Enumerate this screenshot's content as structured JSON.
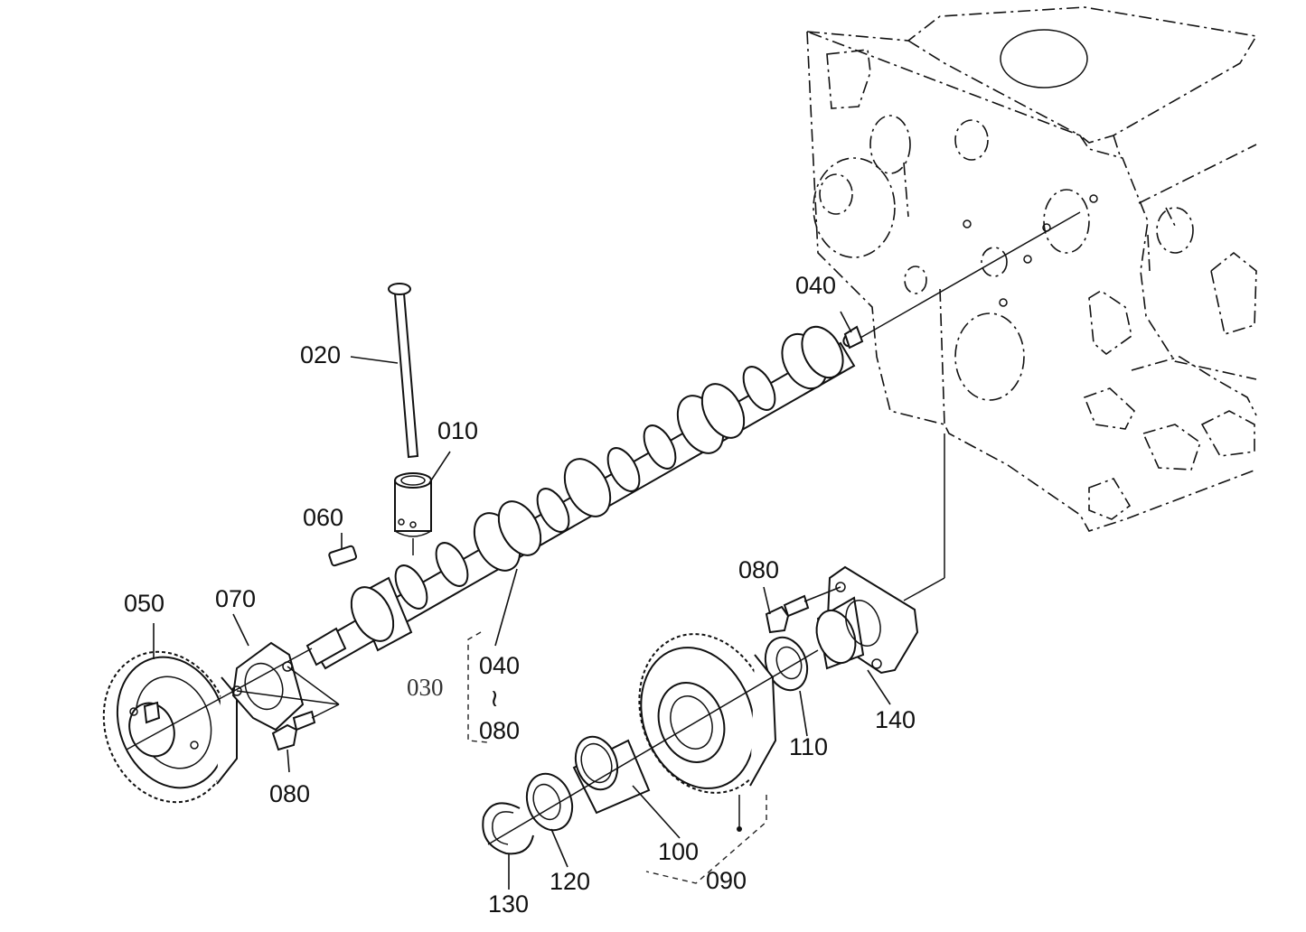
{
  "callouts": {
    "c010": "010",
    "c020": "020",
    "c030": "030",
    "c040_top": "040",
    "c040_mid": "040",
    "c050": "050",
    "c060": "060",
    "c070": "070",
    "c080_left": "080",
    "c080_mid": "080",
    "c080_right": "080",
    "c090": "090",
    "c100": "100",
    "c110": "110",
    "c120": "120",
    "c130": "130",
    "c140": "140"
  },
  "range_symbol": "≀"
}
